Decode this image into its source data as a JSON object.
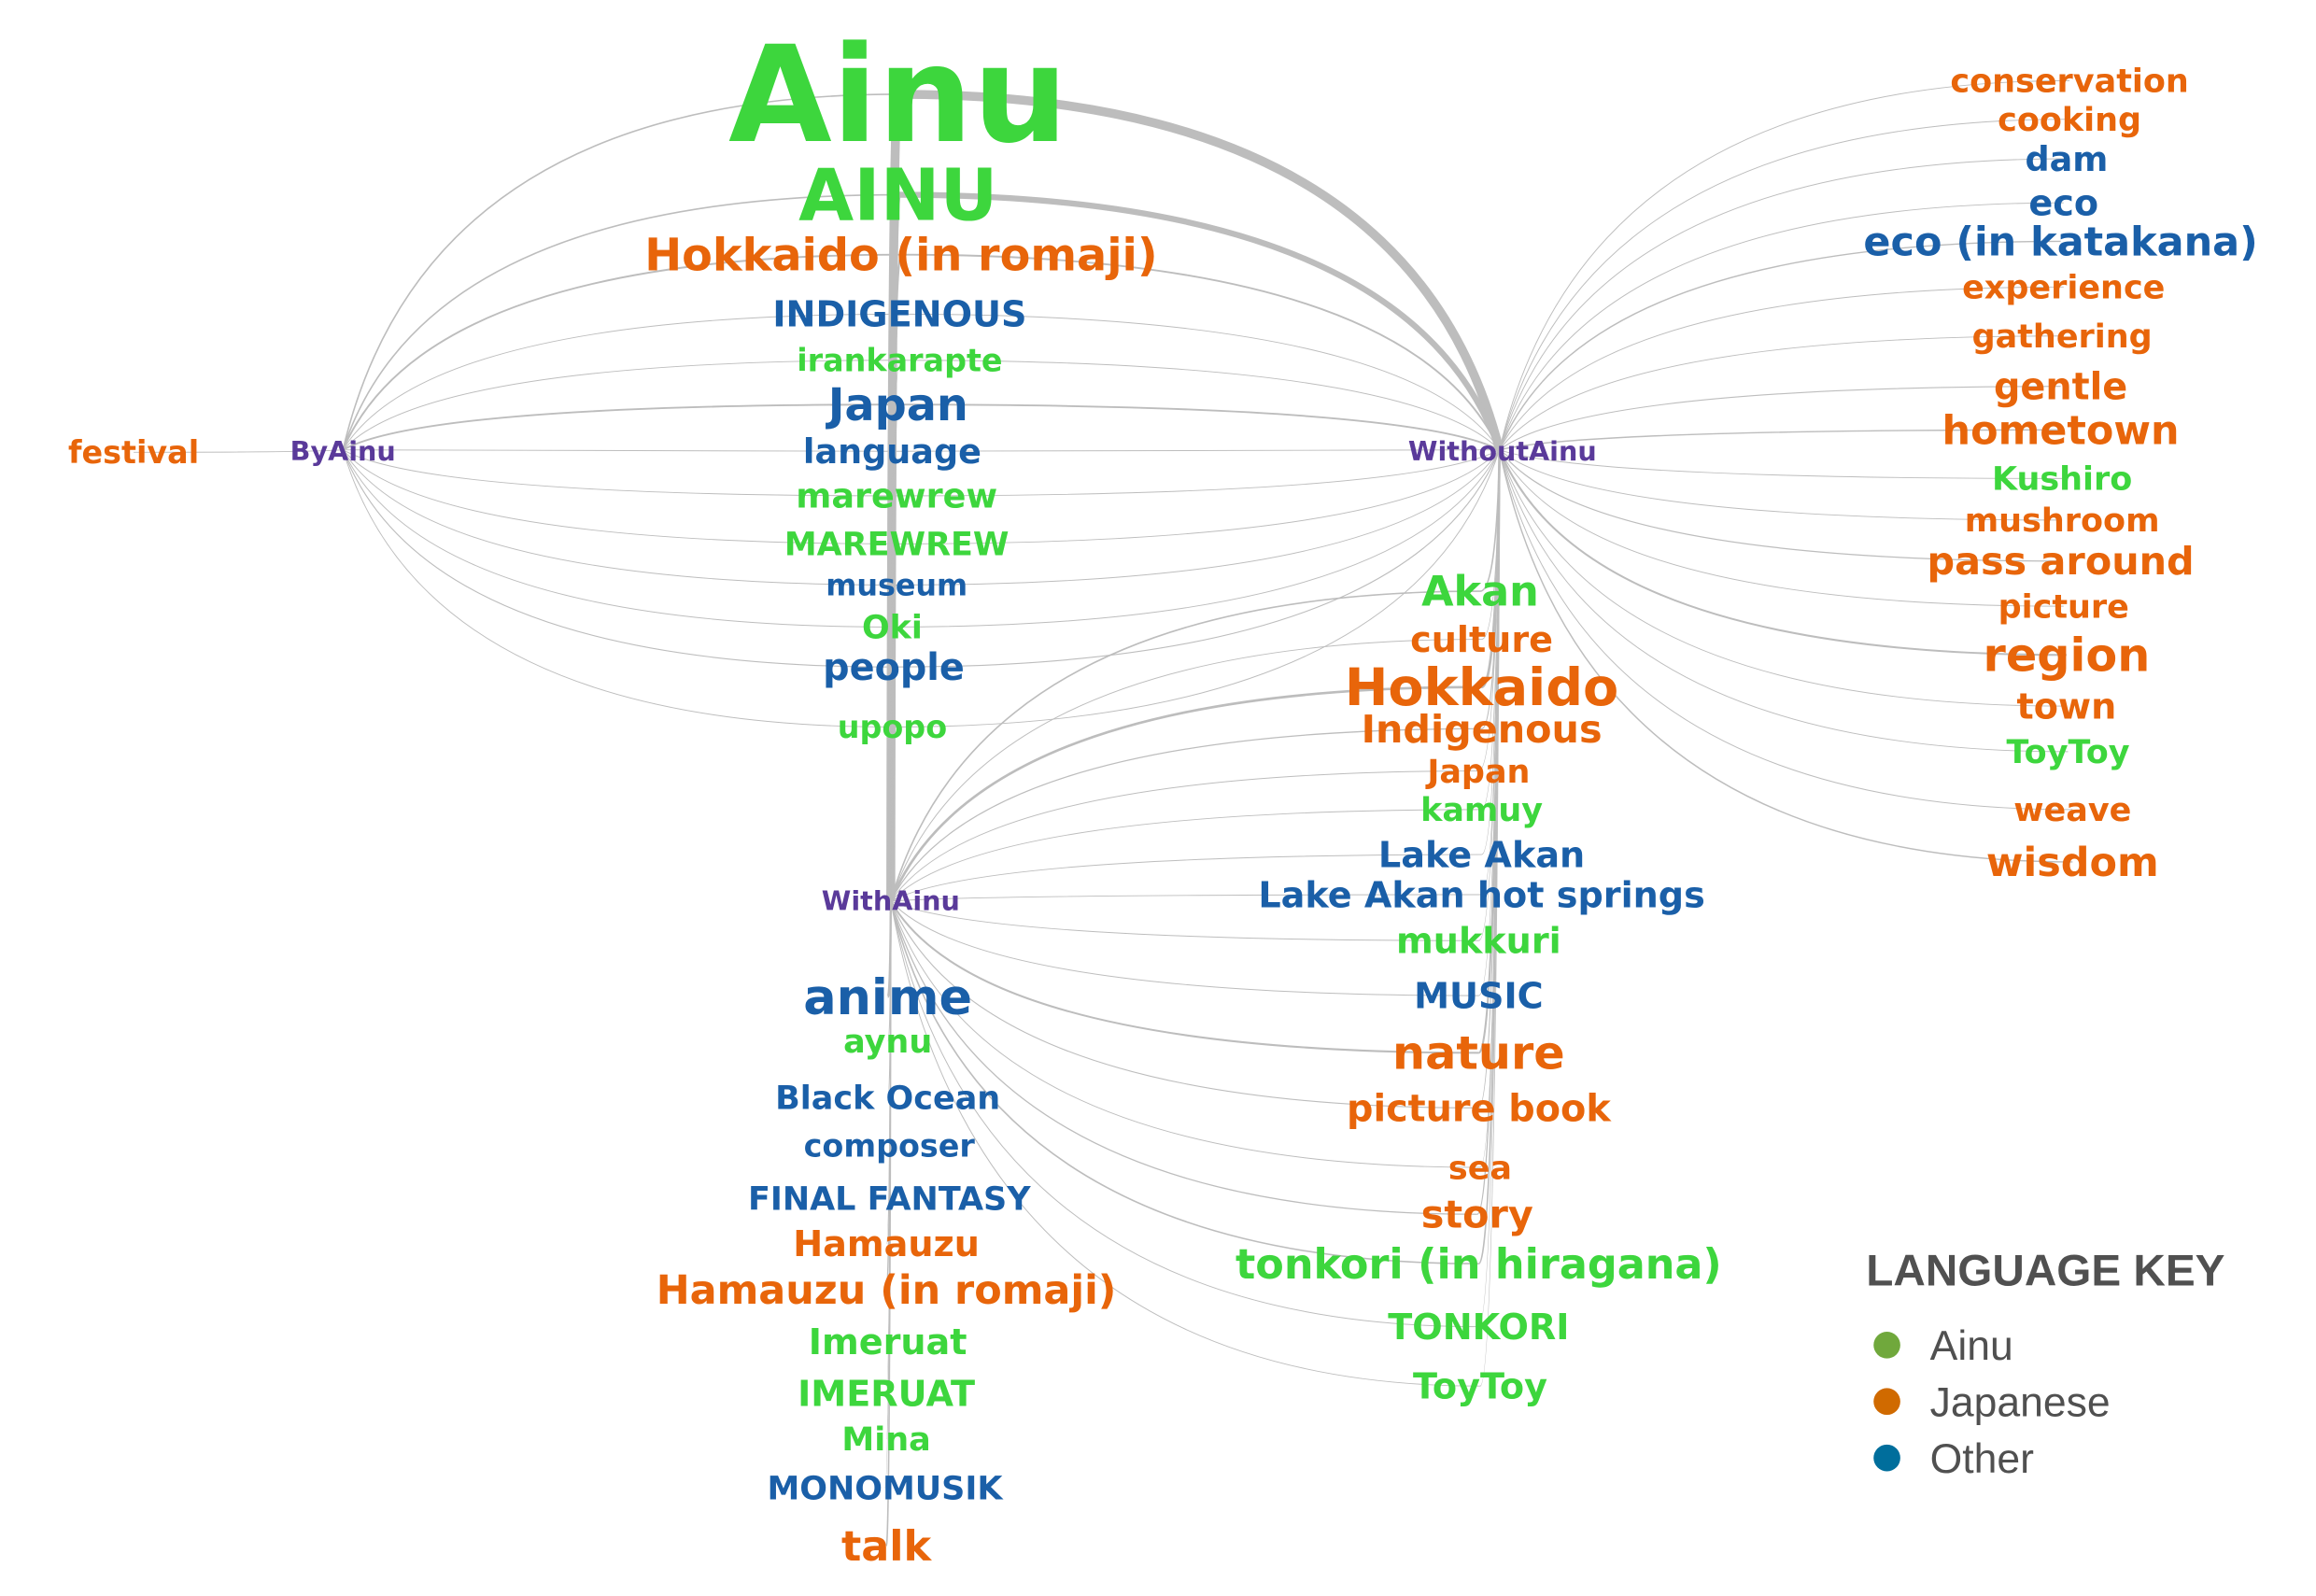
{
  "colors": {
    "Ainu": "#3dd63d",
    "Japanese": "#e8650a",
    "Other": "#1a5fa8",
    "hub": "#5a3a9a",
    "edge": "#bdbdbd"
  },
  "hubs": {
    "by": "ByAinu",
    "without": "WithoutAinu",
    "with": "WithAinu"
  },
  "groups": {
    "top": {
      "hubs": [
        "by",
        "without",
        "with"
      ],
      "words": [
        {
          "text": "Ainu",
          "lang": "Ainu"
        },
        {
          "text": "AINU",
          "lang": "Ainu"
        },
        {
          "text": "Hokkaido (in romaji)",
          "lang": "Japanese"
        },
        {
          "text": "INDIGENOUS",
          "lang": "Other"
        },
        {
          "text": "irankarapte",
          "lang": "Ainu"
        },
        {
          "text": "Japan",
          "lang": "Other"
        },
        {
          "text": "language",
          "lang": "Other"
        },
        {
          "text": "marewrew",
          "lang": "Ainu"
        },
        {
          "text": "MAREWREW",
          "lang": "Ainu"
        },
        {
          "text": "museum",
          "lang": "Other"
        },
        {
          "text": "Oki",
          "lang": "Ainu"
        },
        {
          "text": "people",
          "lang": "Other"
        },
        {
          "text": "upopo",
          "lang": "Ainu"
        }
      ]
    },
    "byonly": {
      "hubs": [
        "by"
      ],
      "words": [
        {
          "text": "festival",
          "lang": "Japanese"
        }
      ]
    },
    "right": {
      "hubs": [
        "without"
      ],
      "words": [
        {
          "text": "conservation",
          "lang": "Japanese"
        },
        {
          "text": "cooking",
          "lang": "Japanese"
        },
        {
          "text": "dam",
          "lang": "Other"
        },
        {
          "text": "eco",
          "lang": "Other"
        },
        {
          "text": "eco (in katakana)",
          "lang": "Other"
        },
        {
          "text": "experience",
          "lang": "Japanese"
        },
        {
          "text": "gathering",
          "lang": "Japanese"
        },
        {
          "text": "gentle",
          "lang": "Japanese"
        },
        {
          "text": "hometown",
          "lang": "Japanese"
        },
        {
          "text": "Kushiro",
          "lang": "Ainu"
        },
        {
          "text": "mushroom",
          "lang": "Japanese"
        },
        {
          "text": "pass around",
          "lang": "Japanese"
        },
        {
          "text": "picture",
          "lang": "Japanese"
        },
        {
          "text": "region",
          "lang": "Japanese"
        },
        {
          "text": "town",
          "lang": "Japanese"
        },
        {
          "text": "ToyToy",
          "lang": "Ainu"
        },
        {
          "text": "weave",
          "lang": "Japanese"
        },
        {
          "text": "wisdom",
          "lang": "Japanese"
        }
      ]
    },
    "middle": {
      "hubs": [
        "without",
        "with"
      ],
      "words": [
        {
          "text": "Akan",
          "lang": "Ainu"
        },
        {
          "text": "culture",
          "lang": "Japanese"
        },
        {
          "text": "Hokkaido",
          "lang": "Japanese"
        },
        {
          "text": "Indigenous",
          "lang": "Japanese"
        },
        {
          "text": "Japan",
          "lang": "Japanese"
        },
        {
          "text": "kamuy",
          "lang": "Ainu"
        },
        {
          "text": "Lake Akan",
          "lang": "Other"
        },
        {
          "text": "Lake Akan hot springs",
          "lang": "Other"
        },
        {
          "text": "mukkuri",
          "lang": "Ainu"
        },
        {
          "text": "MUSIC",
          "lang": "Other"
        },
        {
          "text": "nature",
          "lang": "Japanese"
        },
        {
          "text": "picture book",
          "lang": "Japanese"
        },
        {
          "text": "sea",
          "lang": "Japanese"
        },
        {
          "text": "story",
          "lang": "Japanese"
        },
        {
          "text": "tonkori (in hiragana)",
          "lang": "Ainu"
        },
        {
          "text": "TONKORI",
          "lang": "Ainu"
        },
        {
          "text": "ToyToy",
          "lang": "Ainu"
        }
      ]
    },
    "bottom": {
      "hubs": [
        "with"
      ],
      "words": [
        {
          "text": "anime",
          "lang": "Other"
        },
        {
          "text": "aynu",
          "lang": "Ainu"
        },
        {
          "text": "Black Ocean",
          "lang": "Other"
        },
        {
          "text": "composer",
          "lang": "Other"
        },
        {
          "text": "FINAL FANTASY",
          "lang": "Other"
        },
        {
          "text": "Hamauzu",
          "lang": "Japanese"
        },
        {
          "text": "Hamauzu (in romaji)",
          "lang": "Japanese"
        },
        {
          "text": "Imeruat",
          "lang": "Ainu"
        },
        {
          "text": "IMERUAT",
          "lang": "Ainu"
        },
        {
          "text": "Mina",
          "lang": "Ainu"
        },
        {
          "text": "MONOMUSIK",
          "lang": "Other"
        },
        {
          "text": "talk",
          "lang": "Japanese"
        }
      ]
    }
  },
  "legend": {
    "title": "LANGUAGE KEY",
    "items": [
      {
        "label": "Ainu",
        "color": "#70a83c"
      },
      {
        "label": "Japanese",
        "color": "#d06a00"
      },
      {
        "label": "Other",
        "color": "#006e9c"
      }
    ]
  }
}
